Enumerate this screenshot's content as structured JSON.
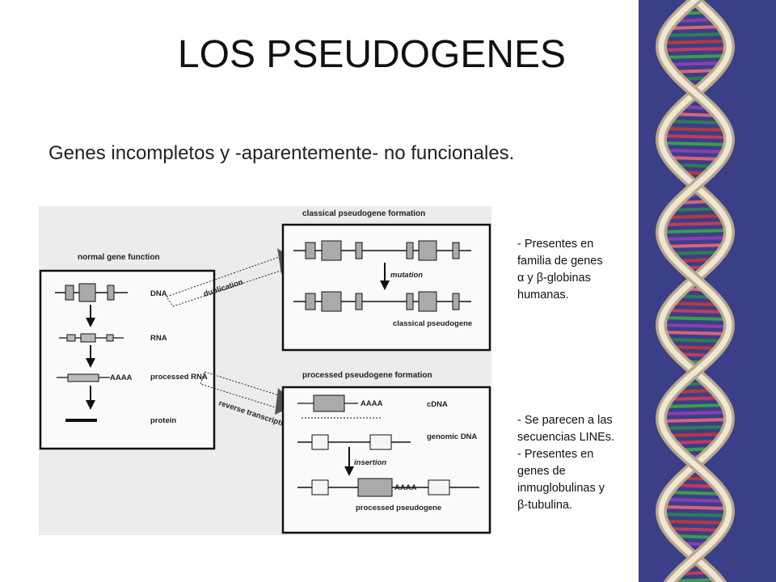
{
  "slide": {
    "title": "LOS PSEUDOGENES",
    "subtitle": "Genes incompletos y -aparentemente- no funcionales."
  },
  "diagram": {
    "normal_title": "normal gene function",
    "classical_title": "classical pseudogene formation",
    "processed_title": "processed pseudogene formation",
    "stage_labels": [
      "DNA",
      "RNA",
      "processed RNA",
      "protein"
    ],
    "arrow_duplication": "duplication",
    "arrow_reverse_transcription": "reverse transcription",
    "mutation_label": "mutation",
    "classical_pseudogene_label": "classical pseudogene",
    "cdna_label": "cDNA",
    "genomic_dna_label": "genomic DNA",
    "insertion_label": "insertion",
    "processed_pseudogene_label": "processed pseudogene",
    "polyA": "AAAA"
  },
  "notes": {
    "first": [
      "- Presentes en",
      "familia de genes",
      "α y β-globinas",
      "humanas."
    ],
    "second": [
      "- Se parecen a las",
      "secuencias LINEs.",
      "- Presentes en",
      "genes de",
      "inmuglobulinas y",
      "β-tubulina."
    ]
  },
  "colors": {
    "background": "#ffffff",
    "dna_panel": "#3a3f88",
    "diagram_bg": "#ececec"
  }
}
